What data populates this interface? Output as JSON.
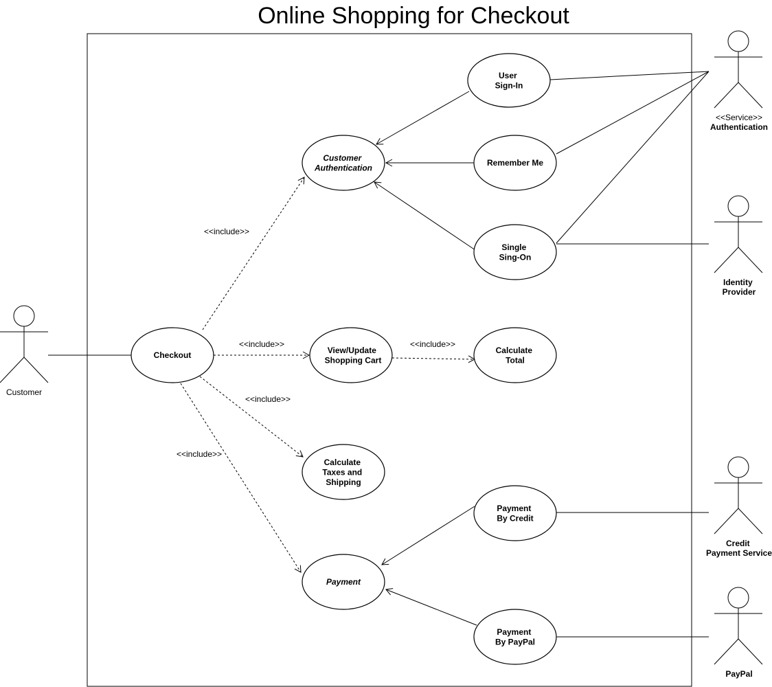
{
  "title": "Online Shopping for Checkout",
  "use_cases": {
    "user_sign_in": [
      "User",
      "Sign-In"
    ],
    "customer_authentication": [
      "Customer",
      "Authentication"
    ],
    "remember_me": [
      "Remember Me"
    ],
    "single_sign_on": [
      "Single",
      "Sing-On"
    ],
    "checkout": [
      "Checkout"
    ],
    "view_update_cart": [
      "View/Update",
      "Shopping Cart"
    ],
    "calculate_total": [
      "Calculate",
      "Total"
    ],
    "calculate_taxes": [
      "Calculate",
      "Taxes and",
      "Shipping"
    ],
    "payment": [
      "Payment"
    ],
    "payment_by_credit": [
      "Payment",
      "By Credit"
    ],
    "payment_by_paypal": [
      "Payment",
      "By PayPal"
    ]
  },
  "actors": {
    "customer": [
      "Customer"
    ],
    "authentication": [
      "Authentication"
    ],
    "authentication_stereotype": "<<Service>>",
    "identity_provider": [
      "Identity",
      "Provider"
    ],
    "credit_payment_service": [
      "Credit",
      "Payment Service"
    ],
    "paypal": [
      "PayPal"
    ]
  },
  "relations": {
    "include_label": "<<include>>"
  }
}
